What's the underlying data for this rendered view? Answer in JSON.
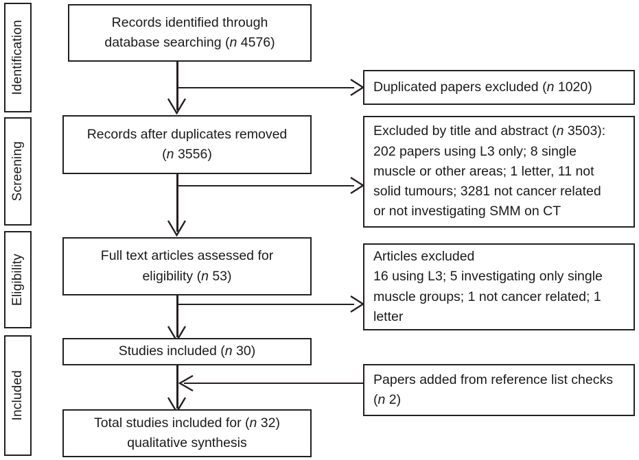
{
  "diagram": {
    "title": "PRISMA study selection flow diagram",
    "type": "flowchart",
    "accent_color": "#231f20",
    "background_color": "#ffffff"
  },
  "stages": [
    {
      "id": "identification",
      "label": "Identification"
    },
    {
      "id": "screening",
      "label": "Screening"
    },
    {
      "id": "eligibility",
      "label": "Eligibility"
    },
    {
      "id": "included",
      "label": "Included"
    }
  ],
  "flow_boxes": {
    "records_identified": {
      "text": "Records identified through\ndatabase searching (n 4576)",
      "count": 4576
    },
    "records_after_duplicates": {
      "text": "Records after duplicates removed\n(n 3556)",
      "count": 3556
    },
    "full_text_assessed": {
      "text": "Full text articles assessed for\neligibility (n 53)",
      "count": 53
    },
    "studies_included": {
      "text": "Studies included (n 30)",
      "count": 30
    },
    "total_studies": {
      "text": "Total studies included for (n 32)\nqualitative synthesis",
      "count": 32
    }
  },
  "exclusion_boxes": {
    "duplicates_excluded": {
      "text": "Duplicated papers excluded (n 1020)",
      "count": 1020
    },
    "excluded_title_abstract": {
      "text": "Excluded by title and abstract (n 3503):\n202 papers using L3 only; 8 single\nmuscle or other areas; 1 letter, 11 not\nsolid tumours; 3281 not cancer related\nor not investigating SMM on CT",
      "count": 3503
    },
    "articles_excluded": {
      "text": "Articles excluded\n16 using L3; 5 investigating only single\nmuscle groups; 1 not cancer related; 1\nletter"
    },
    "papers_added": {
      "text": "Papers added from reference list checks\n(n 2)",
      "count": 2
    }
  },
  "connectors": [
    {
      "id": "identified-to-after-duplicates",
      "kind": "arrow-down"
    },
    {
      "id": "identified-to-duplicates-excluded",
      "kind": "arrow-right"
    },
    {
      "id": "after-duplicates-to-full-text",
      "kind": "arrow-down"
    },
    {
      "id": "after-duplicates-to-excluded-title",
      "kind": "arrow-right"
    },
    {
      "id": "full-text-to-studies-included",
      "kind": "arrow-down"
    },
    {
      "id": "full-text-to-articles-excluded",
      "kind": "arrow-right"
    },
    {
      "id": "papers-added-to-stem",
      "kind": "arrow-left"
    },
    {
      "id": "studies-included-to-total",
      "kind": "arrow-down"
    }
  ]
}
